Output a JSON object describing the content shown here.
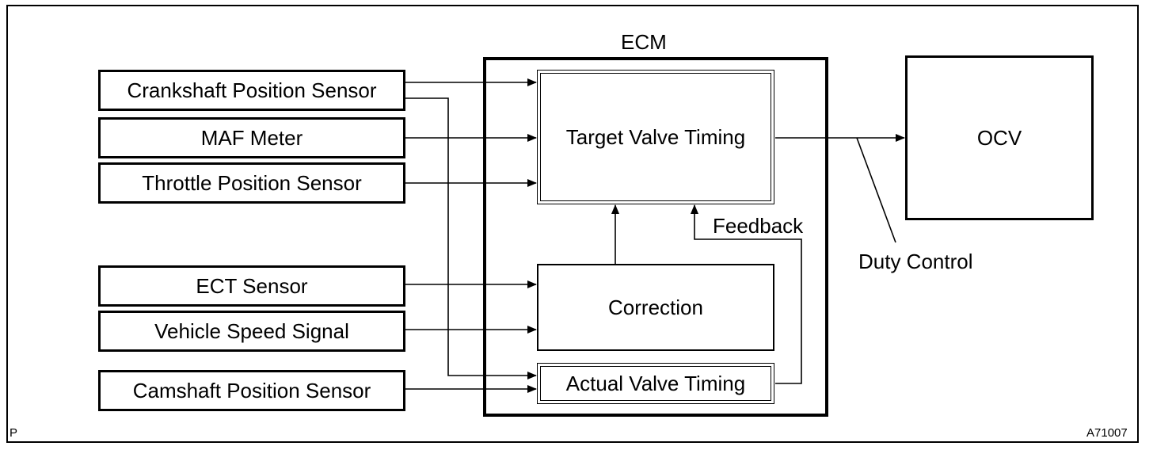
{
  "diagram": {
    "ecm_label": "ECM",
    "sensors": [
      "Crankshaft Position Sensor",
      "MAF Meter",
      "Throttle Position Sensor",
      "ECT Sensor",
      "Vehicle Speed Signal",
      "Camshaft Position Sensor"
    ],
    "blocks": {
      "target": "Target Valve Timing",
      "correction": "Correction",
      "actual": "Actual Valve Timing",
      "ocv": "OCV"
    },
    "labels": {
      "feedback": "Feedback",
      "duty_control": "Duty Control"
    },
    "corner_left": "P",
    "corner_right": "A71007"
  }
}
